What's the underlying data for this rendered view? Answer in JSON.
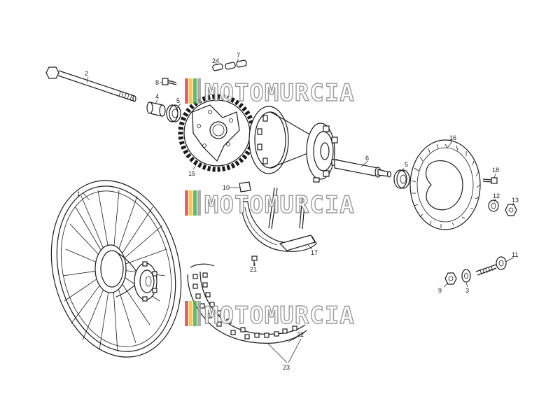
{
  "watermark": {
    "text": "MOTOMURCIA",
    "stripe_colors": [
      "#e14b3b",
      "#f2c230",
      "#4caf50",
      "#9e9e9e"
    ],
    "outline_color": "#8a8a8a"
  },
  "callouts": {
    "c1": "1",
    "c2": "2",
    "c3": "3",
    "c4": "4",
    "c5a": "5",
    "c5b": "5",
    "c6": "6",
    "c7": "7",
    "c8": "8",
    "c9": "9",
    "c10": "10",
    "c11": "11",
    "c12": "12",
    "c13": "13",
    "c15": "15",
    "c16": "16",
    "c17": "17",
    "c18": "18",
    "c21": "21",
    "c22": "22",
    "c23": "23",
    "c24": "24"
  }
}
